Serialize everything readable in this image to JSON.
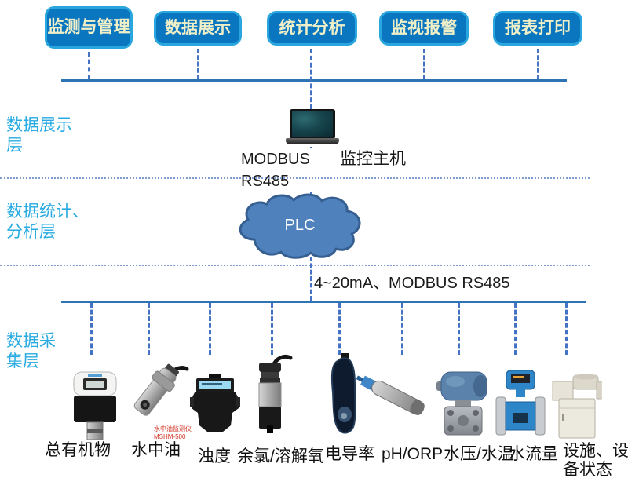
{
  "top_boxes": [
    {
      "label": "监测与管理"
    },
    {
      "label": "数据展示"
    },
    {
      "label": "统计分析"
    },
    {
      "label": "监视报警"
    },
    {
      "label": "报表打印"
    }
  ],
  "layers": {
    "display": "数据展示层",
    "analysis": "数据统计、分析层",
    "collection": "数据采集层"
  },
  "host": {
    "label": "监控主机",
    "protocol": "MODBUS RS485"
  },
  "plc": {
    "label": "PLC"
  },
  "field_bus_label": "4~20mA、MODBUS RS485",
  "sensors": [
    {
      "label": "总有机物"
    },
    {
      "label": "水中油",
      "caption": "水中油监测仪 MSHM-500"
    },
    {
      "label": "浊度"
    },
    {
      "label": "余氯/溶解氧"
    },
    {
      "label": "电导率"
    },
    {
      "label": "pH/ORP"
    },
    {
      "label": "水压/水温"
    },
    {
      "label": "水流量"
    },
    {
      "label": "设施、设备状态"
    }
  ],
  "colors": {
    "box_fill": "#0b76c0",
    "box_border": "#2aa6df",
    "box_text": "#efefc8",
    "layer_text": "#29abe2",
    "line": "#2e74b5",
    "dash": "#4472c4",
    "dots": "#7f9dd1",
    "cloud_fill": "#4f81bd",
    "cloud_stroke": "#365f91"
  }
}
